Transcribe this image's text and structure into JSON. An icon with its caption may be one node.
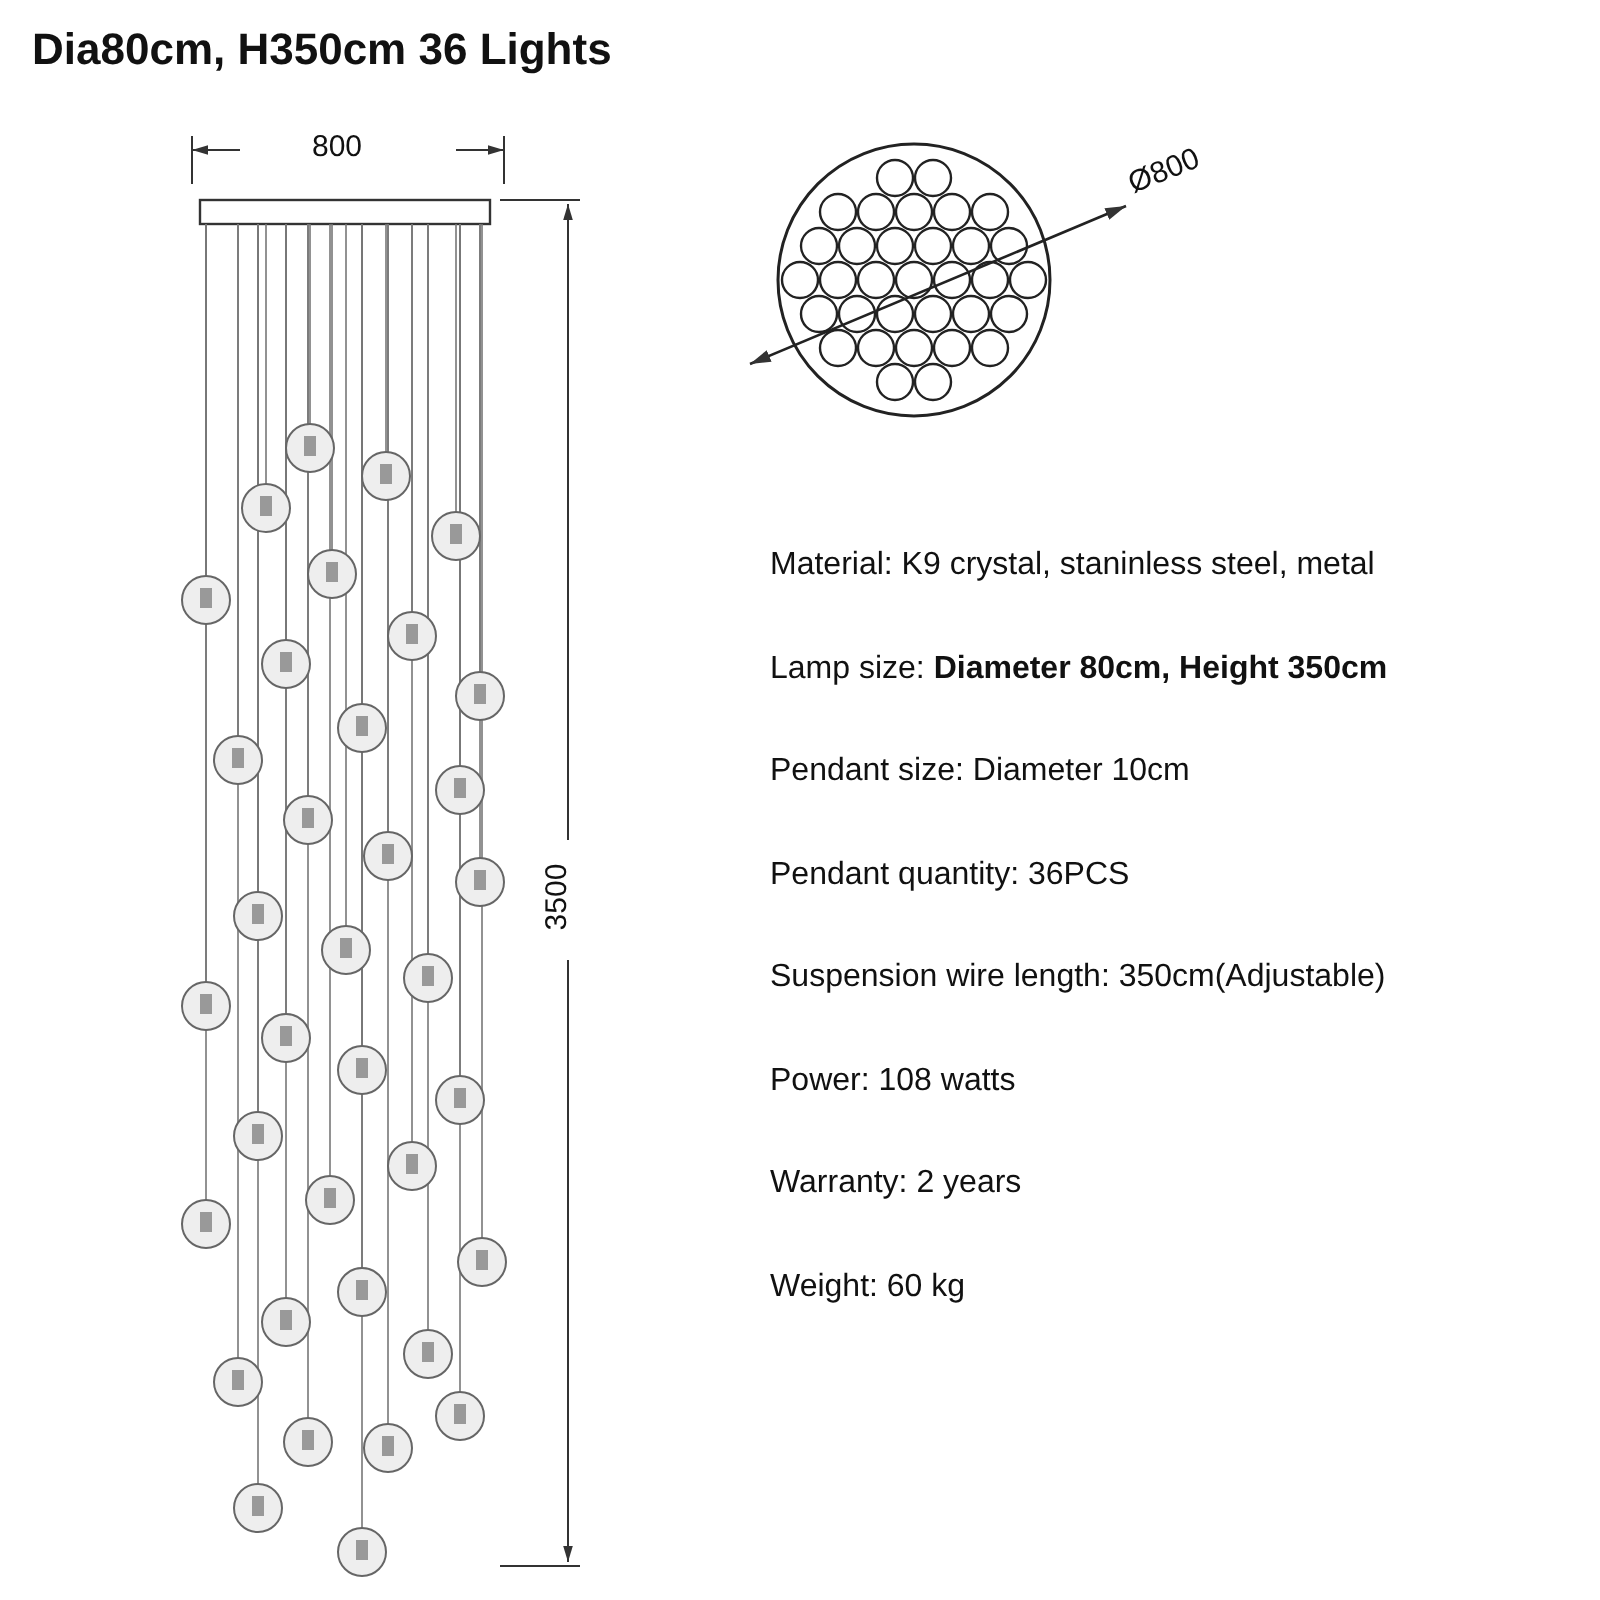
{
  "diagram": {
    "title": "Dia80cm, H350cm  36 Lights",
    "labels": [
      "800",
      "Ø800",
      "3500",
      "Material: K9 crystal, staninless steel, metal",
      "Lamp size: **Diameter 80cm, Height 350cm**",
      "Pendant size: Diameter 10cm",
      "Pendant quantity: 36PCS",
      "Suspension wire length: 350cm(Adjustable)",
      "Power: 108 watts",
      "Warranty: 2 years",
      "Weight: 60 kg"
    ]
  }
}
